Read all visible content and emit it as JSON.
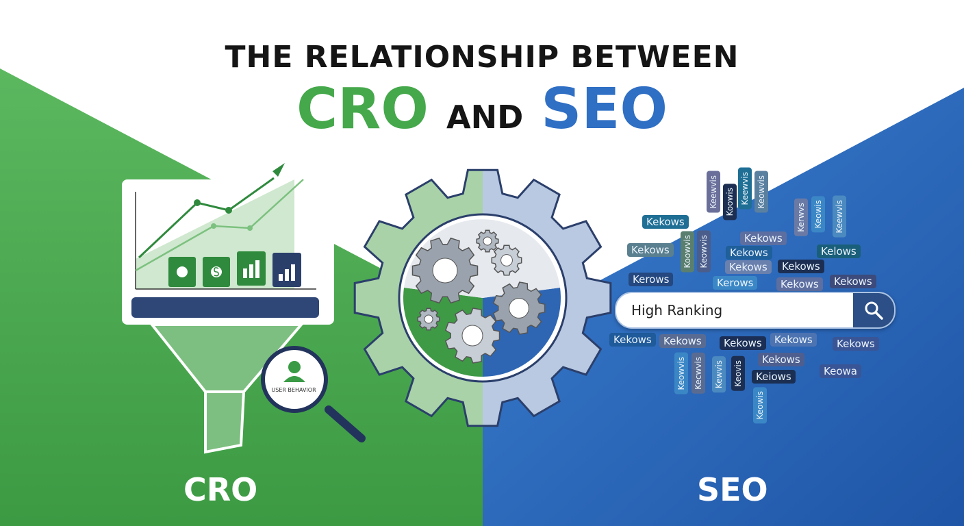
{
  "title": {
    "line1": "THE RELATIONSHIP BETWEEN",
    "cro": "CRO",
    "and": "AND",
    "seo": "SEO"
  },
  "labels": {
    "left": "CRO",
    "right": "SEO"
  },
  "funnel": {
    "magnifier_text": "USER BEHAVIOR",
    "icons": [
      "phone-icon",
      "dollar-icon",
      "bar-chart-icon",
      "growth-chart-icon"
    ]
  },
  "search": {
    "value": "High Ranking",
    "icon": "search-icon"
  },
  "keywords": [
    "Kekows",
    "Kekows",
    "Kekows",
    "Kekows",
    "Kekows",
    "Kerows",
    "Kerows",
    "Kelows",
    "Kekows",
    "Kekows",
    "Kekows",
    "Kekows",
    "Kekows",
    "Kekows",
    "Kekows",
    "Kekows",
    "Kekows",
    "Keiows",
    "Keowa"
  ],
  "vertical_keywords": [
    "Keewvis",
    "Keewvis",
    "Keowvis",
    "Koowis",
    "Kerwvs",
    "Koowvis",
    "Keowvis",
    "Keewvis",
    "Keowis",
    "Keowvis",
    "Kecwvis",
    "Kewvis",
    "Keovis",
    "Keowis"
  ],
  "colors": {
    "green": "#45a84b",
    "blue": "#2f6fc4",
    "navy": "#2b3f6b"
  }
}
